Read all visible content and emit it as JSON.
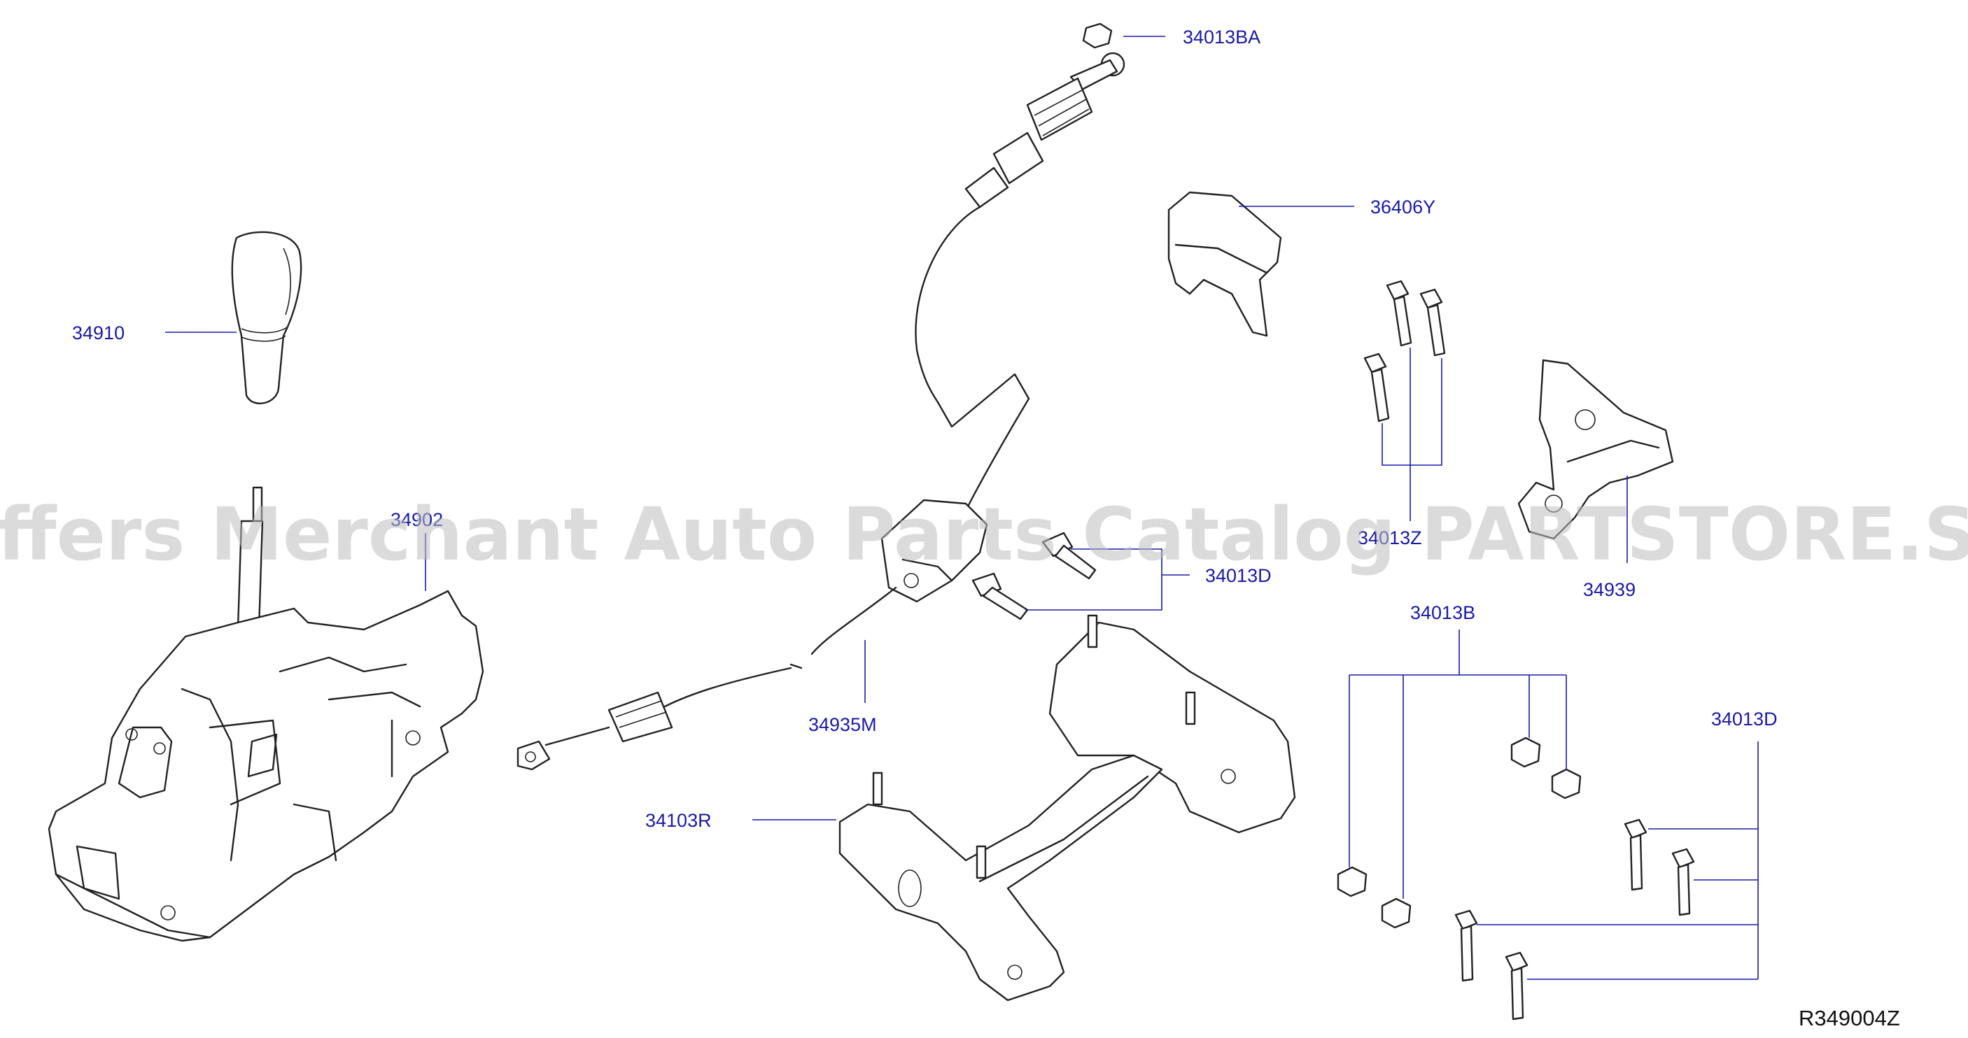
{
  "diagram": {
    "watermark": "Offers Merchant Auto Parts Catalog PARTSTORE.SA",
    "reference_code": "R349004Z",
    "callouts": {
      "p34013BA": "34013BA",
      "p36406Y": "36406Y",
      "p34910": "34910",
      "p34902": "34902",
      "p34013D_upper": "34013D",
      "p34013Z": "34013Z",
      "p34939": "34939",
      "p34013B": "34013B",
      "p34935M": "34935M",
      "p34013D_lower": "34013D",
      "p34103R": "34103R"
    }
  }
}
